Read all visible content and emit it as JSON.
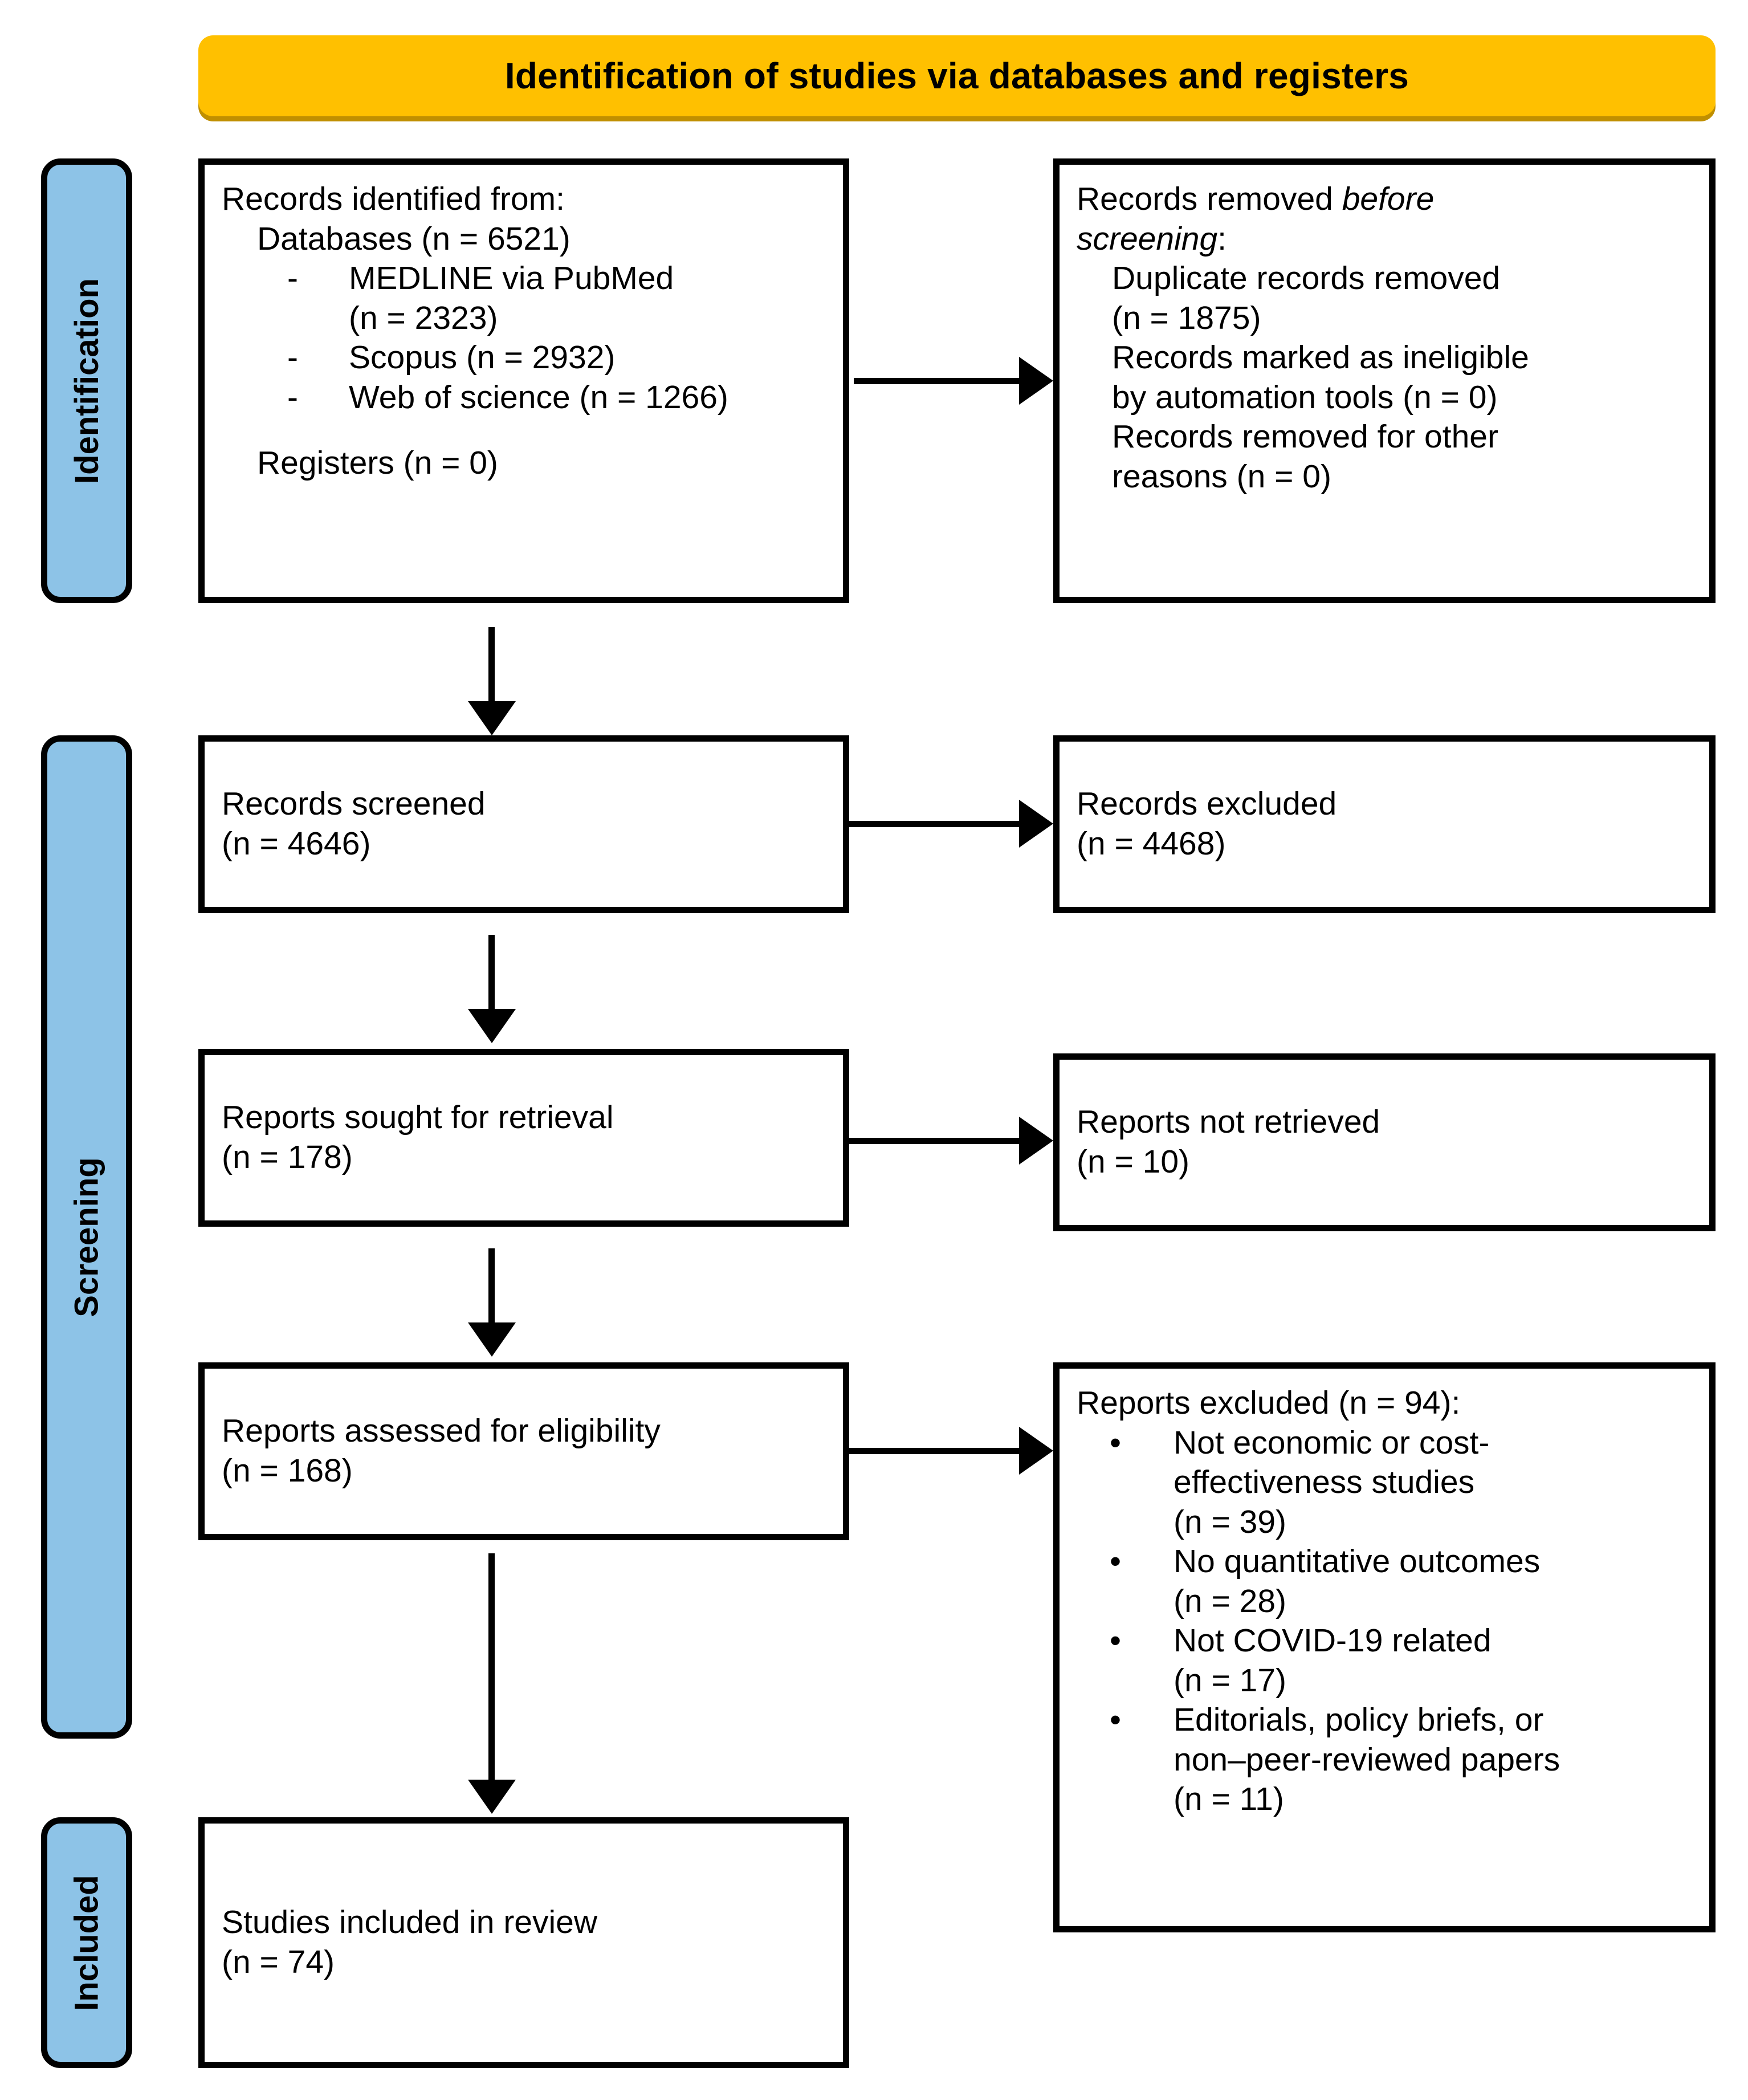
{
  "colors": {
    "banner_bg": "#FFC000",
    "stage_bg": "#8DC3E7",
    "border": "#000000",
    "page_bg": "#FFFFFF"
  },
  "banner": {
    "title": "Identification of studies via databases and registers"
  },
  "stages": [
    {
      "label": "Identification"
    },
    {
      "label": "Screening"
    },
    {
      "label": "Included"
    }
  ],
  "boxes": {
    "records_identified": {
      "title": "Records identified from:",
      "databases_line": "Databases (n = 6521)",
      "sources": [
        {
          "mark": "-",
          "line1": "MEDLINE via PubMed",
          "line2": "(n = 2323)"
        },
        {
          "mark": "-",
          "line1": "Scopus (n = 2932)",
          "line2": ""
        },
        {
          "mark": "-",
          "line1": "Web of science (n = 1266)",
          "line2": ""
        }
      ],
      "registers_line": "Registers (n = 0)"
    },
    "records_removed": {
      "title_part1": "Records removed ",
      "title_italic1": "before",
      "title_italic2": "screening",
      "title_colon": ":",
      "items": [
        {
          "line1": "Duplicate records removed",
          "line2": "(n = 1875)"
        },
        {
          "line1": "Records marked as ineligible",
          "line2": "by automation tools (n = 0)"
        },
        {
          "line1": "Records removed for other",
          "line2": "reasons (n = 0)"
        }
      ]
    },
    "records_screened": {
      "line1": "Records screened",
      "line2": "(n = 4646)"
    },
    "records_excluded": {
      "line1": "Records excluded",
      "line2": "(n = 4468)"
    },
    "reports_sought": {
      "line1": "Reports sought for retrieval",
      "line2": "(n = 178)"
    },
    "reports_not_retrieved": {
      "line1": "Reports not retrieved",
      "line2": "(n = 10)"
    },
    "reports_assessed": {
      "line1": "Reports assessed for eligibility",
      "line2": "(n = 168)"
    },
    "reports_excluded": {
      "title": "Reports excluded (n = 94):",
      "reasons": [
        {
          "bullet": "•",
          "line1": "Not economic or cost-",
          "line2": "effectiveness studies",
          "line3": "(n = 39)"
        },
        {
          "bullet": "•",
          "line1": "No quantitative outcomes",
          "line2": "(n = 28)",
          "line3": ""
        },
        {
          "bullet": "•",
          "line1": "Not COVID-19 related",
          "line2": "(n = 17)",
          "line3": ""
        },
        {
          "bullet": "•",
          "line1": "Editorials, policy briefs, or",
          "line2": "non–peer-reviewed papers",
          "line3": "(n = 11)"
        }
      ]
    },
    "studies_included": {
      "line1": "Studies included in review",
      "line2": "(n = 74)"
    }
  }
}
